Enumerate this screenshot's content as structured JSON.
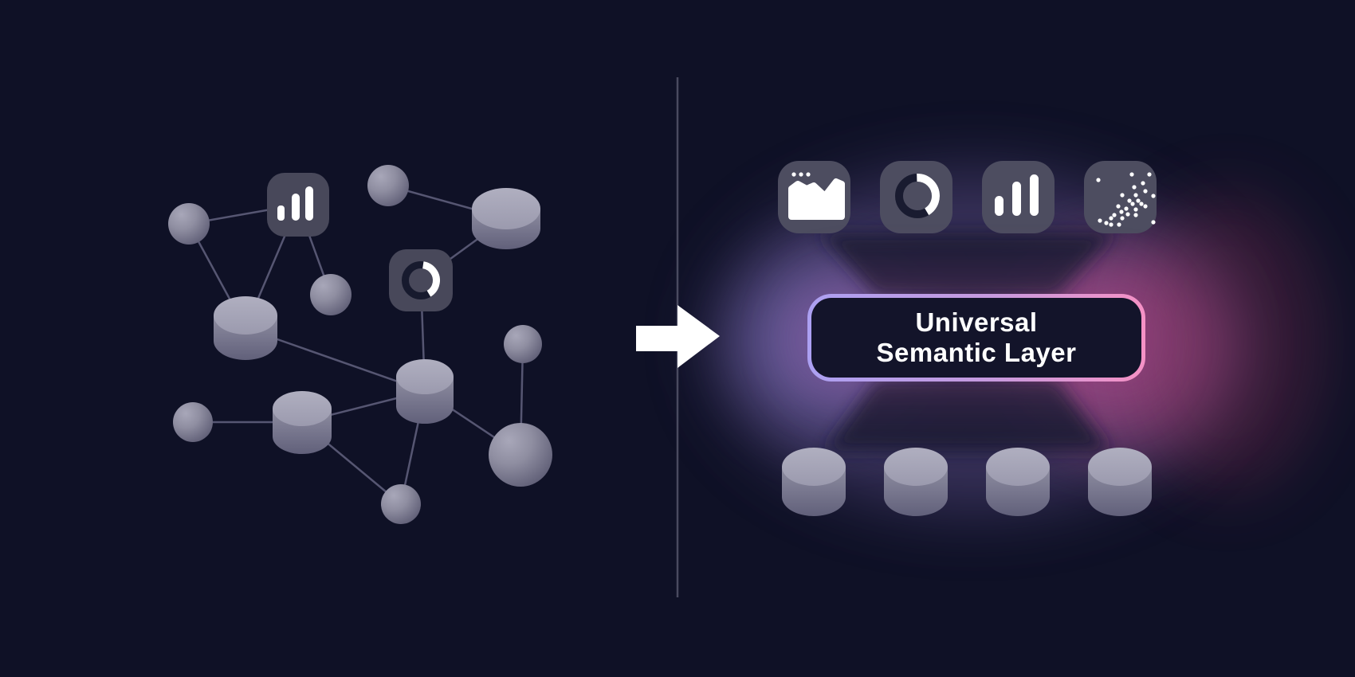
{
  "title": "Universal Semantic Layer diagram",
  "background_color": "#0f1126",
  "divider": {
    "color": "#4a4b60"
  },
  "arrow": {
    "direction": "right",
    "color": "#ffffff"
  },
  "left_panel": {
    "description": "scattered-source-network",
    "sphere_node_count": 7,
    "database_node_count": 4,
    "app_icons": [
      "bar-chart-icon",
      "donut-chart-icon"
    ],
    "edge_color": "#565672"
  },
  "right_panel": {
    "consumer_icons": [
      "area-chart-icon",
      "donut-chart-icon",
      "bar-chart-icon",
      "scatter-plot-icon"
    ],
    "semantic_layer": {
      "line1": "Universal",
      "line2": "Semantic Layer",
      "border_gradient_start": "#aca0f2",
      "border_gradient_end": "#f591c5",
      "glow_left_color": "#8f82d6",
      "glow_right_color": "#c44f92",
      "fill_color": "#13142a"
    },
    "database_count": 4
  }
}
